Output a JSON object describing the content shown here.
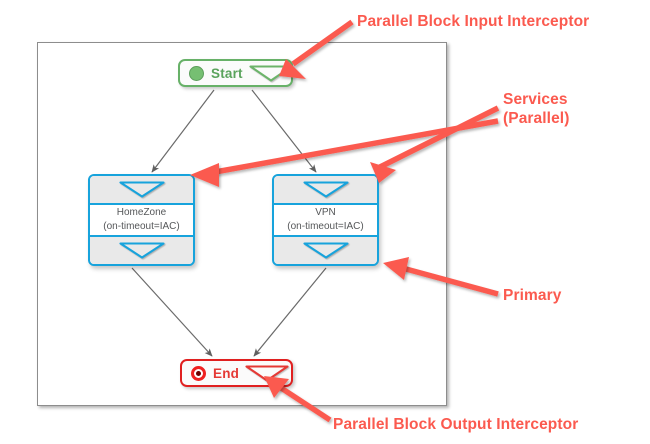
{
  "diagram": {
    "type": "flow-diagram",
    "canvas_background": "#ffffff",
    "canvas_border_color": "#8d8d8d",
    "nodes": [
      {
        "id": "start",
        "label": "Start",
        "kind": "terminal-start",
        "icon": "green-circle-icon",
        "accent_color": "#67b168",
        "has_interceptor_triangle": true
      },
      {
        "id": "homezone",
        "label": "HomeZone",
        "sublabel": "(on-timeout=IAC)",
        "kind": "service",
        "accent_color": "#17a3dc",
        "header_triangle": true,
        "footer_triangle": true
      },
      {
        "id": "vpn",
        "label": "VPN",
        "sublabel": "(on-timeout=IAC)",
        "kind": "service",
        "accent_color": "#17a3dc",
        "header_triangle": true,
        "footer_triangle": true
      },
      {
        "id": "end",
        "label": "End",
        "kind": "terminal-end",
        "icon": "red-target-circle-icon",
        "accent_color": "#e02020",
        "has_interceptor_triangle": true
      }
    ],
    "edges": [
      {
        "from": "start",
        "to": "homezone"
      },
      {
        "from": "start",
        "to": "vpn"
      },
      {
        "from": "homezone",
        "to": "end"
      },
      {
        "from": "vpn",
        "to": "end"
      }
    ],
    "edge_color": "#6a6a6a"
  },
  "annotations": {
    "color": "#fb5a4f",
    "items": [
      {
        "id": "input-interceptor",
        "text": "Parallel Block Input Interceptor",
        "target": "start-triangle"
      },
      {
        "id": "services",
        "line1": "Services",
        "line2": "(Parallel)",
        "target": "service-nodes"
      },
      {
        "id": "primary",
        "text": "Primary",
        "target": "vpn-footer"
      },
      {
        "id": "output-interceptor",
        "text": "Parallel Block Output Interceptor",
        "target": "end-triangle"
      }
    ]
  }
}
